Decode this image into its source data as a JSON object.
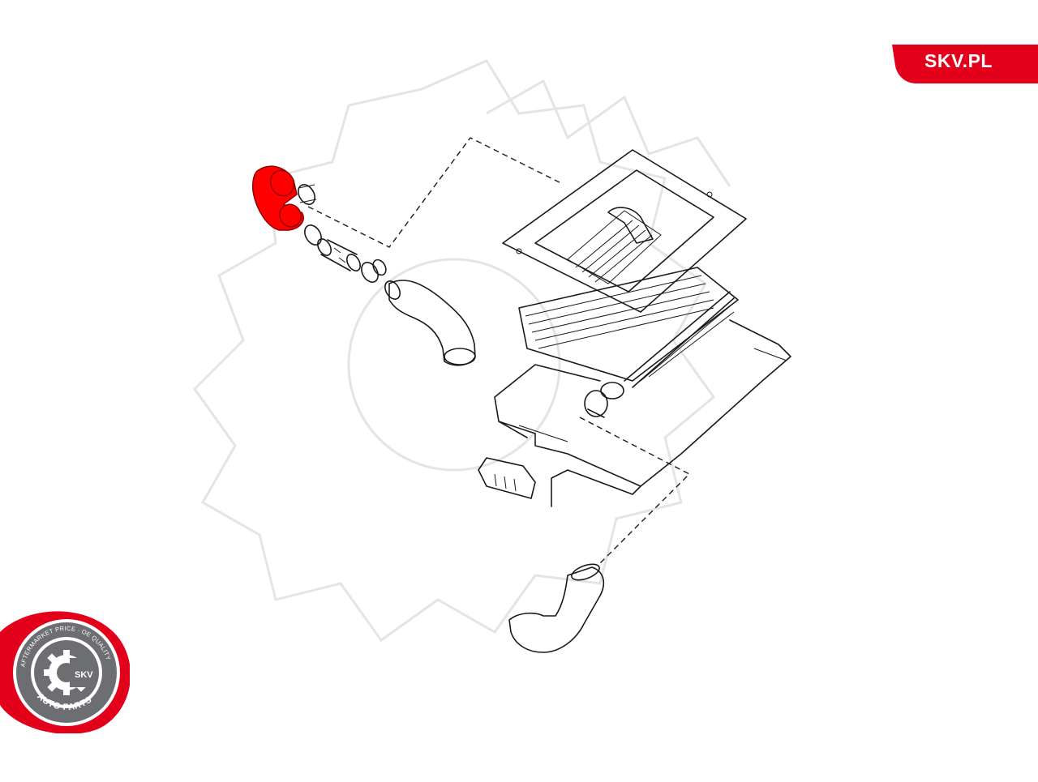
{
  "brand": {
    "label": "SKV.PL",
    "color": "#e3001b"
  },
  "seal": {
    "ring_text_top": "AFTERMARKET PRICE · OE QUALITY",
    "ring_text_bottom": "AUTO PARTS",
    "center_text": "SKV",
    "color": "#e3001b"
  },
  "diagram": {
    "highlight_color": "#ff0000",
    "parts": [
      "highlighted-hose",
      "hose-clamp",
      "hose-connector",
      "hose-clamp",
      "upper-hose",
      "intercooler-cover",
      "intercooler",
      "mounting-frame",
      "bracket",
      "lower-hose"
    ]
  },
  "watermark": {
    "icon": "gear-icon"
  }
}
